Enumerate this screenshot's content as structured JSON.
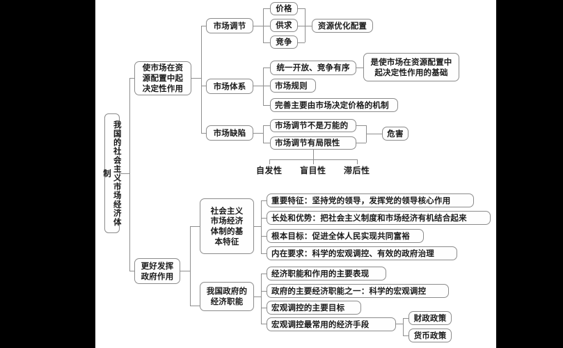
{
  "diagram": {
    "title": "我国的社会主义市场经济体制",
    "type": "mind-map",
    "root": {
      "label": "我国的社会主义市场经济体制"
    },
    "branches": [
      {
        "id": "market-decisive",
        "label": "使市场在资\n源配置中起\n决定性作用",
        "children": [
          {
            "id": "market-regulation",
            "label": "市场调节",
            "children": [
              {
                "id": "price",
                "label": "价格"
              },
              {
                "id": "supply-demand",
                "label": "供求"
              },
              {
                "id": "competition",
                "label": "竞争"
              }
            ],
            "result": {
              "id": "resource-optimization",
              "label": "资源优化配置"
            }
          },
          {
            "id": "market-system",
            "label": "市场体系",
            "children": [
              {
                "id": "unified-open",
                "label": "统一开放、竞争有序"
              },
              {
                "id": "market-rules",
                "label": "市场规则"
              },
              {
                "id": "price-mechanism",
                "label": "完善主要由市场决定价格的机制"
              }
            ],
            "result": {
              "id": "foundation",
              "label": "是使市场在资源配置中\n起决定性作用的基础"
            }
          },
          {
            "id": "market-defects",
            "label": "市场缺陷",
            "children": [
              {
                "id": "not-omnipotent",
                "label": "市场调节不是万能的"
              },
              {
                "id": "has-limits",
                "label": "市场调节有局限性"
              }
            ],
            "result": {
              "id": "harm",
              "label": "危害"
            },
            "leaves": [
              {
                "id": "spontaneity",
                "label": "自发性"
              },
              {
                "id": "blindness",
                "label": "盲目性"
              },
              {
                "id": "lag",
                "label": "滞后性"
              }
            ]
          }
        ]
      },
      {
        "id": "government-role",
        "label": "更好发挥\n政府作用",
        "children": [
          {
            "id": "socialist-market-features",
            "label": "社会主义\n市场经济\n体制的基\n本特征",
            "children": [
              {
                "id": "key-feature",
                "label": "重要特征：坚持党的领导，发挥党的领导核心作用"
              },
              {
                "id": "advantage",
                "label": "长处和优势：把社会主义制度和市场经济有机结合起来"
              },
              {
                "id": "fundamental-goal",
                "label": "根本目标：促进全体人民实现共同富裕"
              },
              {
                "id": "inherent-requirement",
                "label": "内在要求：科学的宏观调控、有效的政府治理"
              }
            ]
          },
          {
            "id": "government-economic-functions",
            "label": "我国政府的\n经济职能",
            "children": [
              {
                "id": "main-manifestation",
                "label": "经济职能和作用的主要表现"
              },
              {
                "id": "macro-control-function",
                "label": "政府的主要经济职能之一：科学的宏观调控"
              },
              {
                "id": "macro-control-goals",
                "label": "宏观调控的主要目标"
              },
              {
                "id": "macro-control-means",
                "label": "宏观调控最常用的经济手段",
                "children": [
                  {
                    "id": "fiscal-policy",
                    "label": "财政政策"
                  },
                  {
                    "id": "monetary-policy",
                    "label": "货币政策"
                  }
                ]
              }
            ]
          }
        ]
      }
    ]
  },
  "colors": {
    "background": "#ffffff",
    "letterbox": "#000000",
    "node_border": "#8b8b8b",
    "connector": "#8e8e8e",
    "text": "#1a1a1a"
  }
}
